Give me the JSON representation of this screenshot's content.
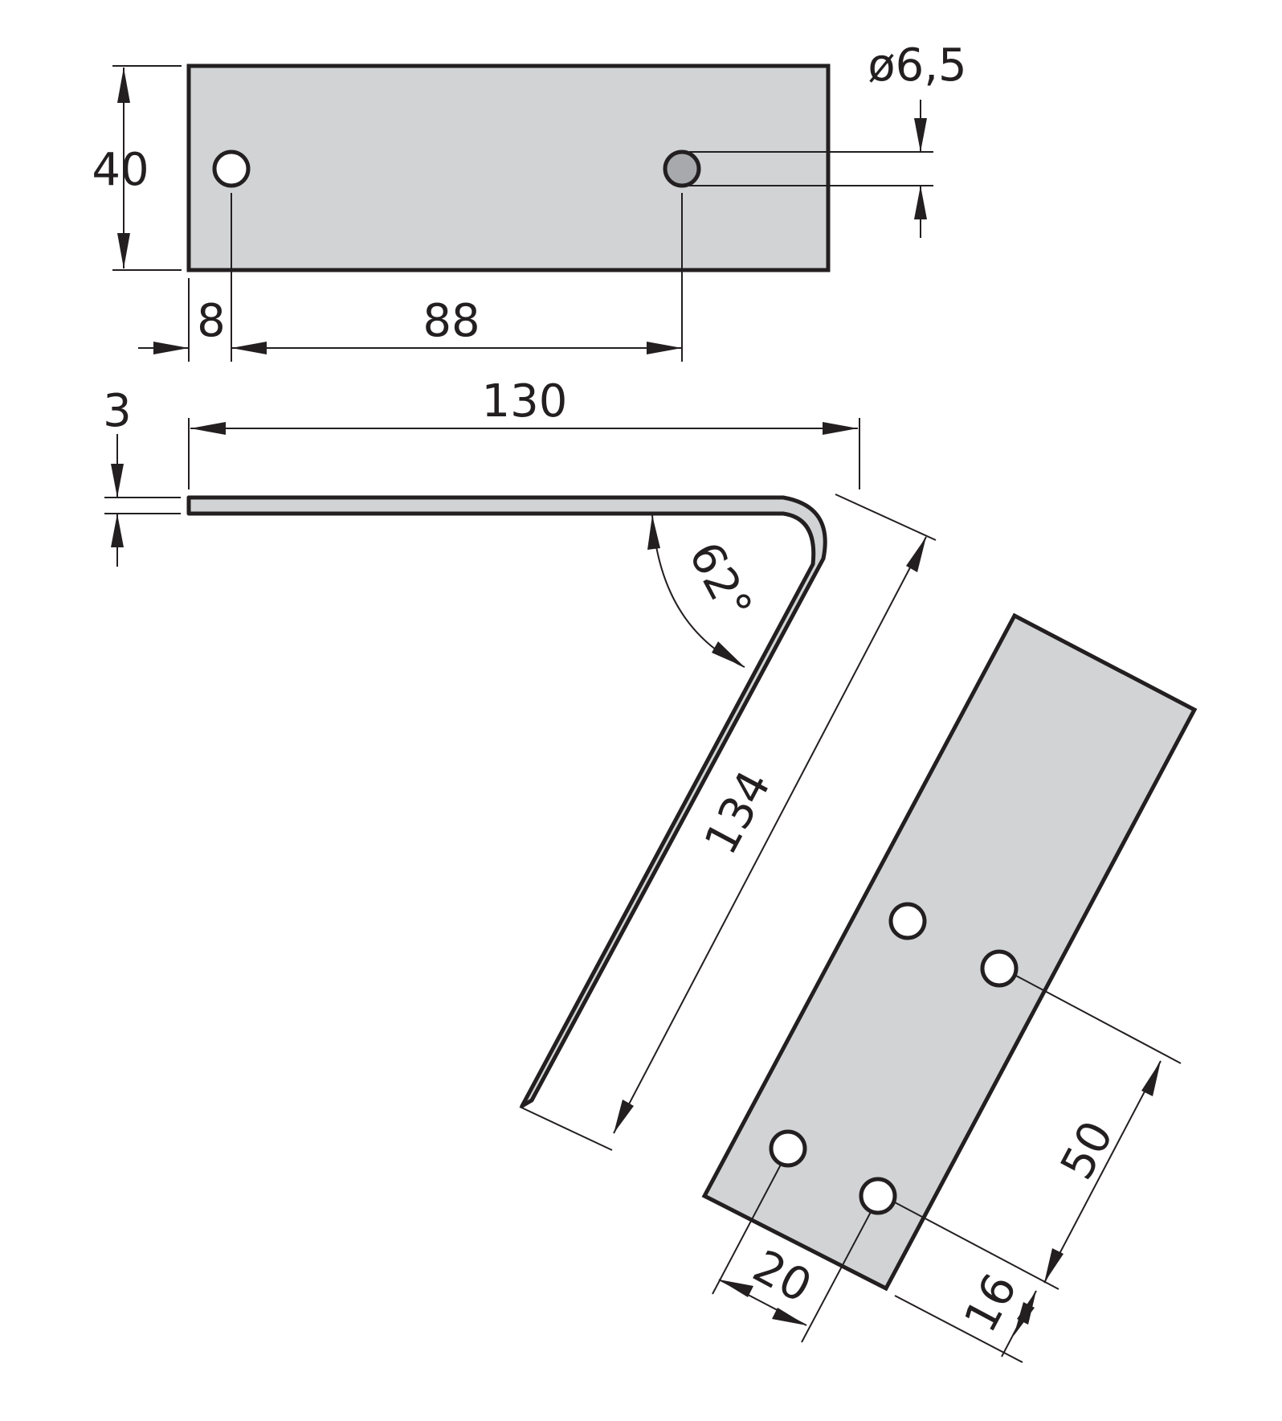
{
  "colors": {
    "line": "#231f20",
    "plate_fill": "#d1d3d4",
    "highlight_hole_fill": "#a7a9ac",
    "hole_fill": "#ffffff",
    "background": "#ffffff"
  },
  "dimensions": {
    "height": "40",
    "hole_diameter": "ø6,5",
    "edge_offset": "8",
    "hole_spacing": "88",
    "thickness": "3",
    "length_top": "130",
    "angle": "62°",
    "length_leg": "134",
    "leg_hole_spacing": "50",
    "leg_edge_offset": "16",
    "leg_hole_pitch": "20"
  }
}
